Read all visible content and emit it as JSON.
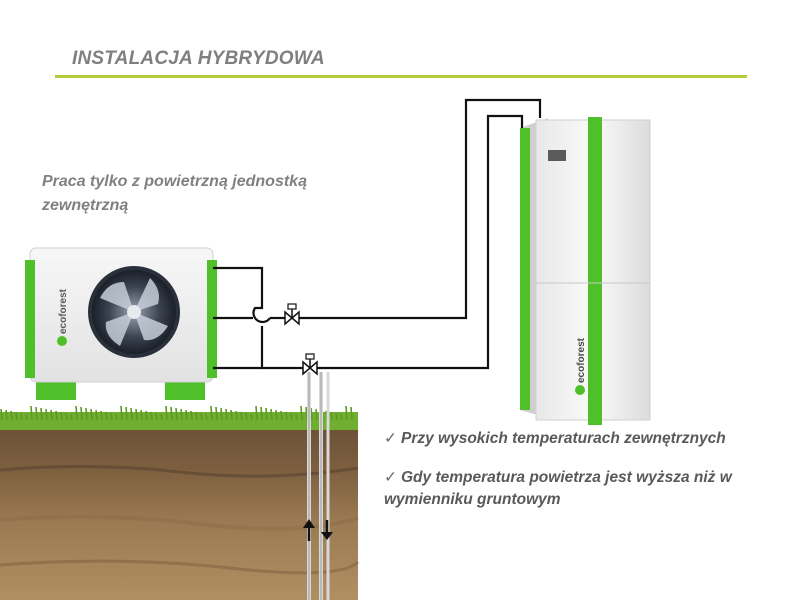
{
  "slide": {
    "title": "INSTALACJA HYBRYDOWA",
    "subtitle": "Praca tylko z powietrzną jednostką zewnętrzną",
    "bullets": [
      {
        "check": "✓",
        "text": "Przy wysokich temperaturach zewnętrznych"
      },
      {
        "check": "✓",
        "text": "Gdy temperatura powietrza jest wyższa niż w wymienniku gruntowym"
      }
    ]
  },
  "outdoor_unit": {
    "brand": "ecoforest"
  },
  "indoor_unit": {
    "brand": "ecoforest"
  },
  "colors": {
    "brand_green": "#4fbf2a",
    "title_rule": "#b5cc3a",
    "title_text": "#7f7f7f",
    "pipe": "#111111"
  },
  "icons": {
    "fan": "fan-icon",
    "valve": "three-way-valve-icon",
    "arrow_up": "arrow-up-icon",
    "arrow_down": "arrow-down-icon",
    "check": "checkmark-icon"
  }
}
